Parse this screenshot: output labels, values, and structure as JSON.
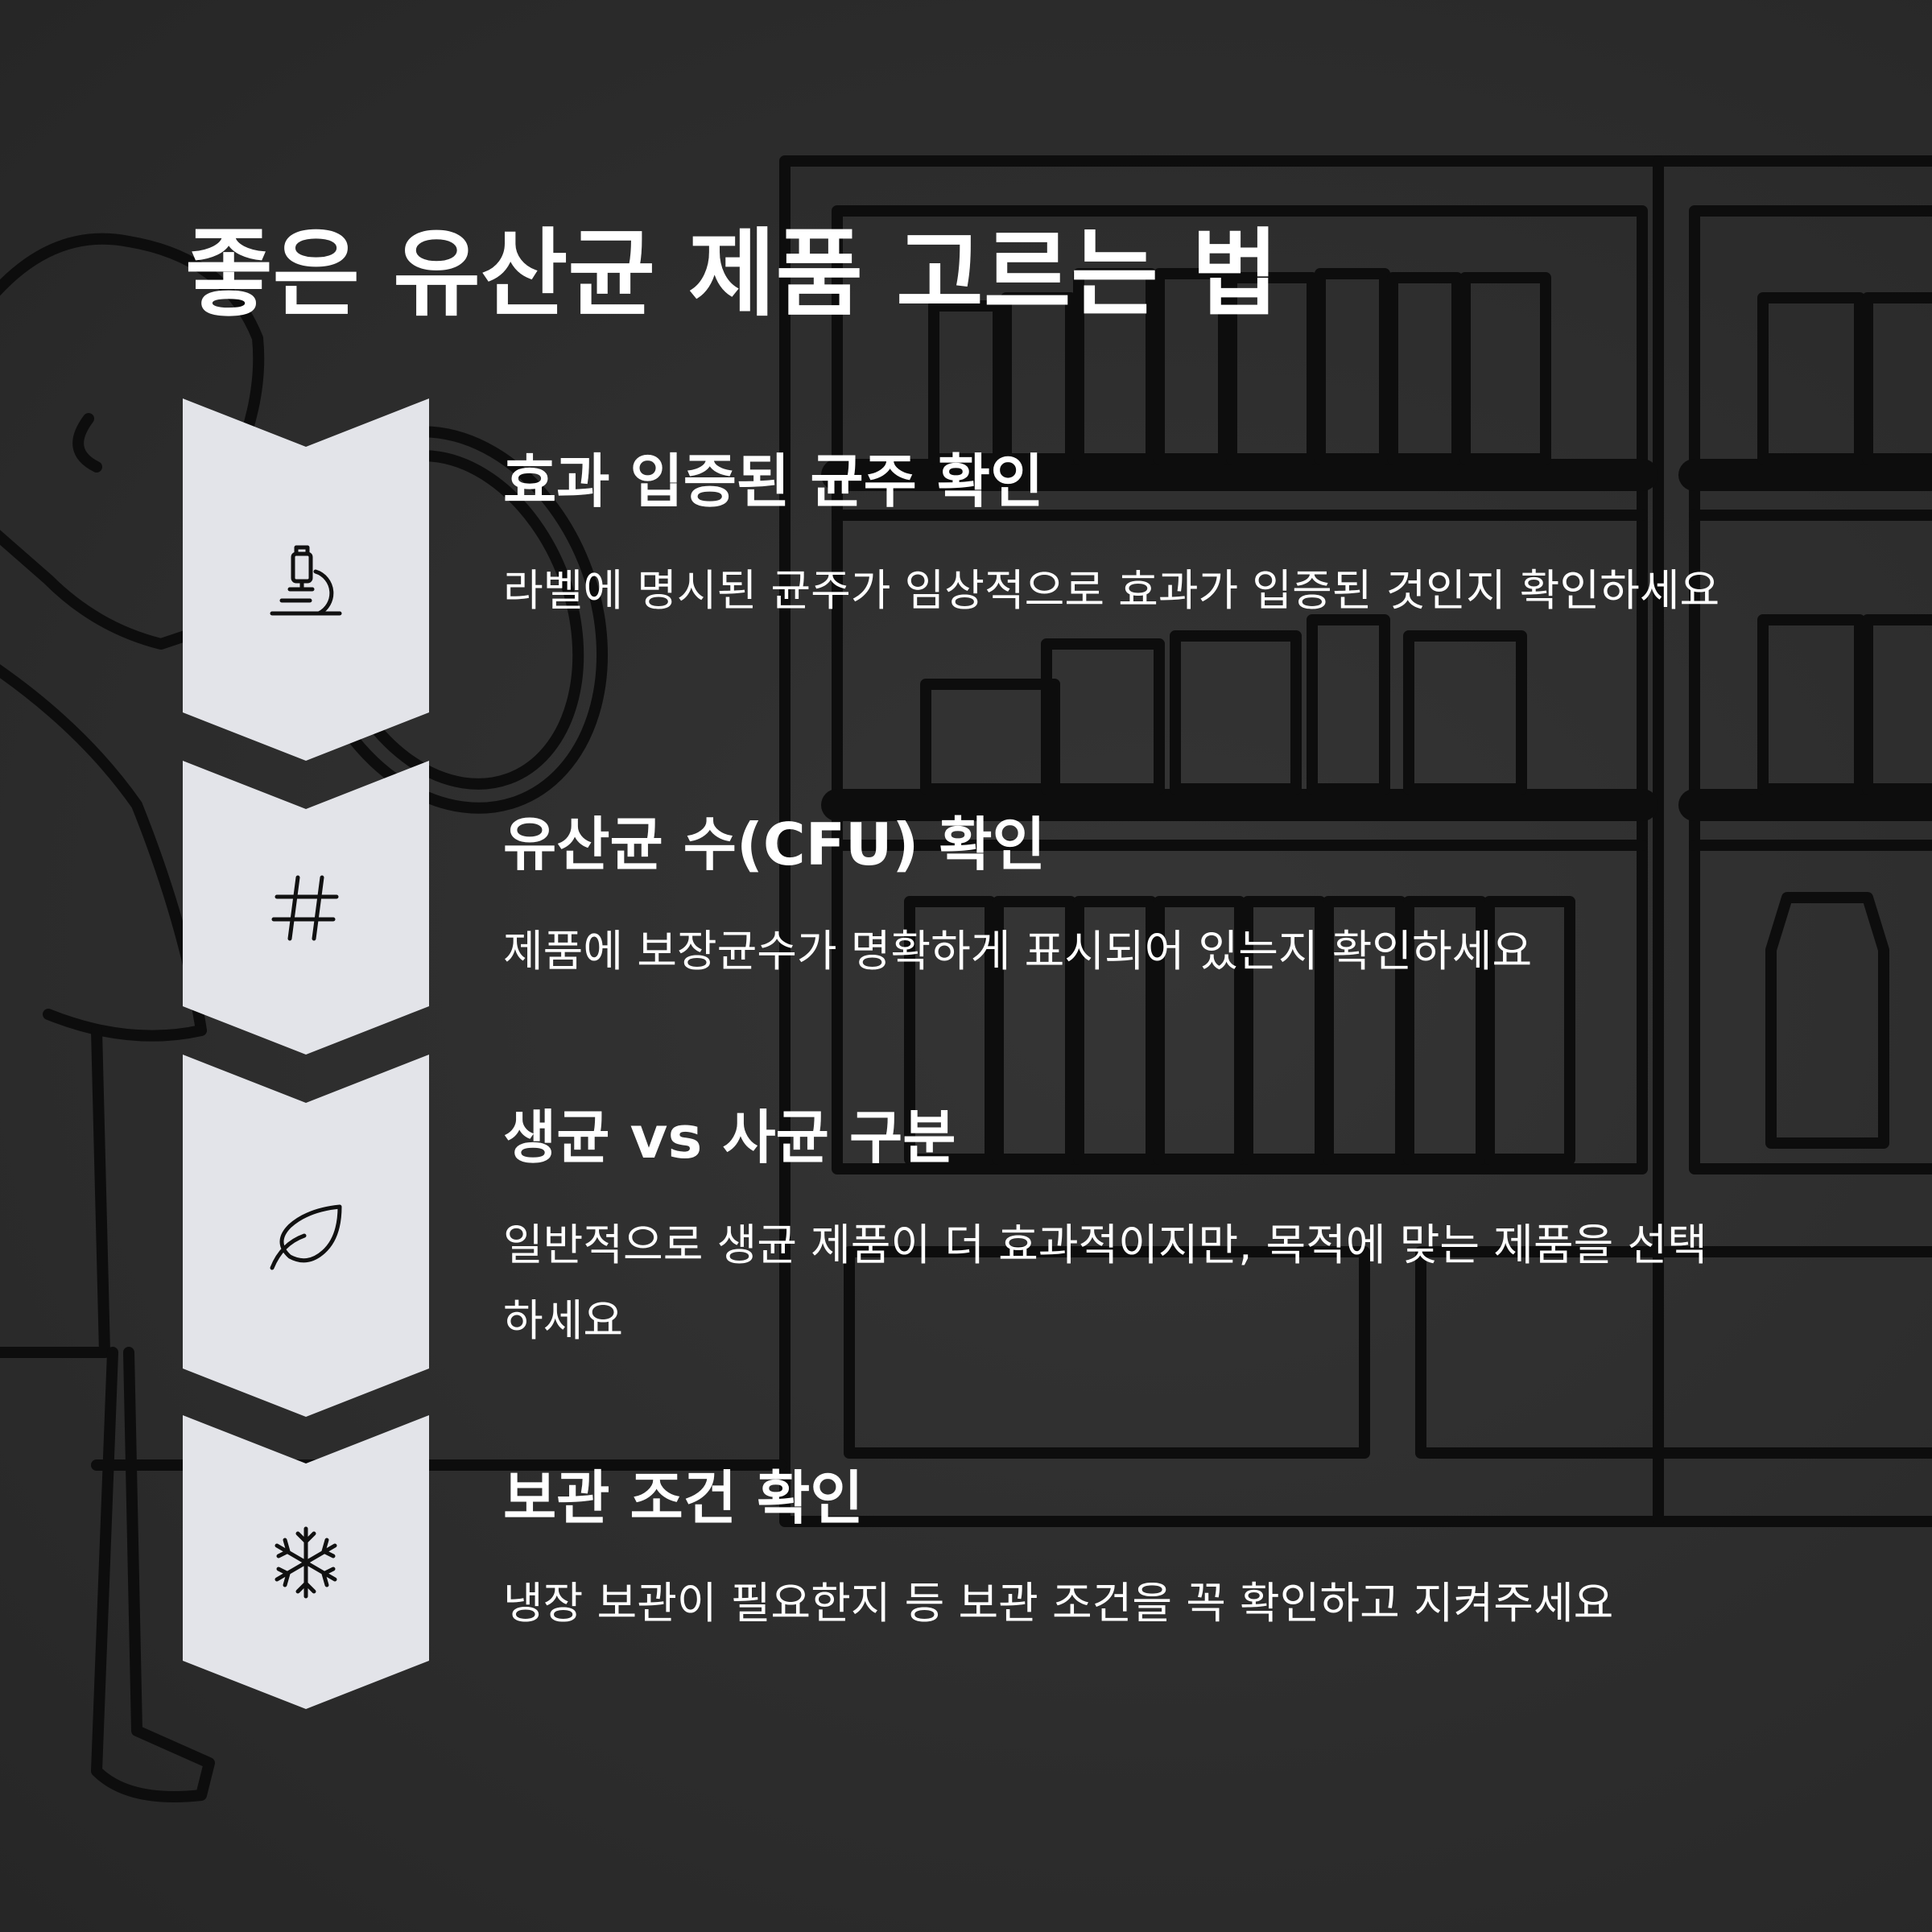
{
  "title": "좋은 유산균 제품 고르는 법",
  "colors": {
    "background": "#2d2d2d",
    "chevron": "#e3e4e9",
    "text": "#ffffff",
    "line_art": "#0d0d0d"
  },
  "steps": [
    {
      "icon": "microscope-icon",
      "title": "효과 입증된 균주 확인",
      "desc": "라벨에 명시된 균주가 임상적으로 효과가 입증된 것인지 확인하세요"
    },
    {
      "icon": "hash-icon",
      "title": "유산균 수(CFU) 확인",
      "desc": "제품에 보장균수가 명확하게 표시되어 있는지 확인하세요"
    },
    {
      "icon": "leaf-icon",
      "title": "생균 vs 사균 구분",
      "desc": "일반적으로 생균 제품이 더 효과적이지만, 목적에 맞는 제품을 선택하세요"
    },
    {
      "icon": "snowflake-icon",
      "title": "보관 조건 확인",
      "desc": "냉장 보관이 필요한지 등 보관 조건을 꼭 확인하고 지켜주세요"
    }
  ]
}
